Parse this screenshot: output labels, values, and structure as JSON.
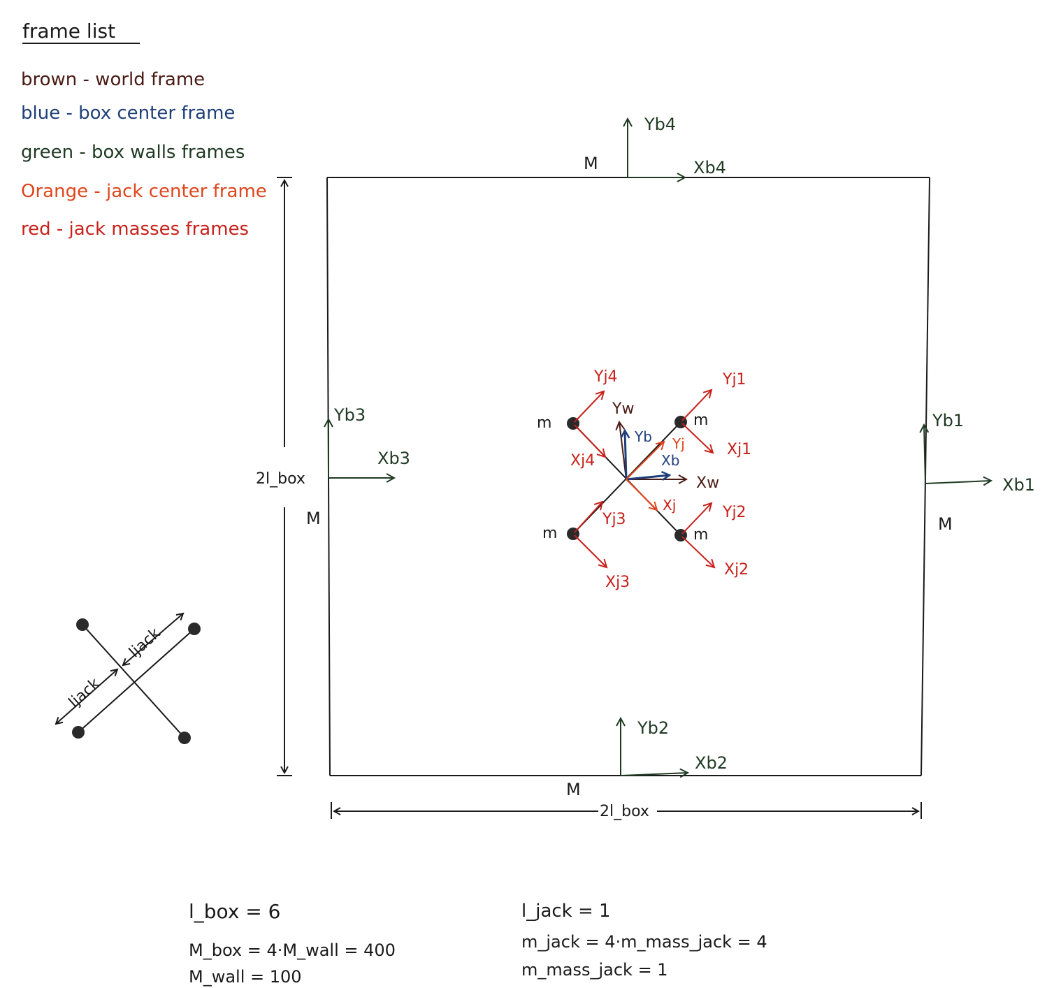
{
  "colors": {
    "ink": "#1a1a1a",
    "brown": "#4a1a14",
    "blue": "#1f3f7a",
    "green": "#1f3a23",
    "orange": "#e0451c",
    "red": "#c8211b"
  },
  "legend": {
    "title": "frame list",
    "items": [
      {
        "text": "brown - world frame",
        "color": "#4a1a14"
      },
      {
        "text": "blue - box center frame",
        "color": "#1f3f7a"
      },
      {
        "text": "green - box walls frames",
        "color": "#1f3a23"
      },
      {
        "text": "Orange - jack center frame",
        "color": "#e0451c"
      },
      {
        "text": "red - jack masses frames",
        "color": "#c8211b"
      }
    ]
  },
  "box": {
    "wall_mass_label": "M",
    "width_label": "2l_box",
    "height_label": "2l_box",
    "frames": {
      "b1": {
        "x": "Xb1",
        "y": "Yb1"
      },
      "b2": {
        "x": "Xb2",
        "y": "Yb2"
      },
      "b3": {
        "x": "Xb3",
        "y": "Yb3"
      },
      "b4": {
        "x": "Xb4",
        "y": "Yb4"
      }
    }
  },
  "jack": {
    "mass_label": "m",
    "world_frame": {
      "x": "Xw",
      "y": "Yw"
    },
    "box_frame": {
      "x": "Xb",
      "y": "Yb"
    },
    "jack_frame": {
      "x": "Xj",
      "y": "Yj"
    },
    "mass_frames": {
      "j1": {
        "x": "Xj1",
        "y": "Yj1"
      },
      "j2": {
        "x": "Xj2",
        "y": "Yj2"
      },
      "j3": {
        "x": "Xj3",
        "y": "Yj3"
      },
      "j4": {
        "x": "Xj4",
        "y": "Yj4"
      }
    }
  },
  "jack_sketch": {
    "length_label_1": "ljack",
    "length_label_2": "ljack"
  },
  "parameters": {
    "left": [
      "l_box = 6",
      "M_box = 4·M_wall = 400",
      "M_wall = 100"
    ],
    "right": [
      "l_jack = 1",
      "m_jack = 4·m_mass_jack = 4",
      "m_mass_jack = 1"
    ]
  }
}
